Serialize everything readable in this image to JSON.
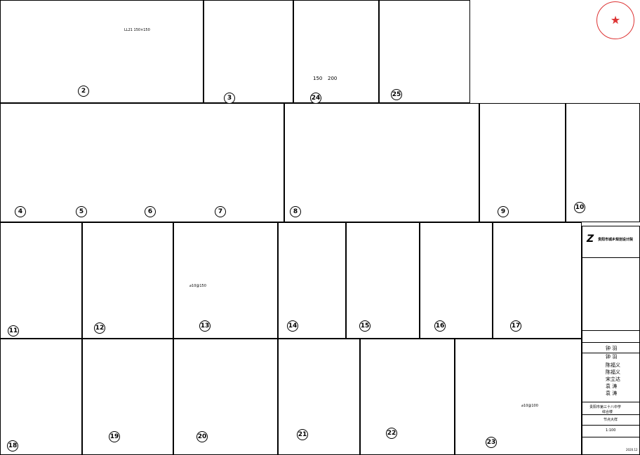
{
  "details": [
    {
      "id": "d2",
      "number": "2"
    },
    {
      "id": "d3",
      "number": "3"
    },
    {
      "id": "d24",
      "number": "24"
    },
    {
      "id": "d25",
      "number": "25"
    },
    {
      "id": "d4",
      "number": "4"
    },
    {
      "id": "d5",
      "number": "5"
    },
    {
      "id": "d6",
      "number": "6"
    },
    {
      "id": "d7",
      "number": "7"
    },
    {
      "id": "d8",
      "number": "8"
    },
    {
      "id": "d9",
      "number": "9"
    },
    {
      "id": "d10",
      "number": "10"
    },
    {
      "id": "d11",
      "number": "11"
    },
    {
      "id": "d12",
      "number": "12"
    },
    {
      "id": "d13",
      "number": "13"
    },
    {
      "id": "d14",
      "number": "14"
    },
    {
      "id": "d15",
      "number": "15"
    },
    {
      "id": "d16",
      "number": "16"
    },
    {
      "id": "d17",
      "number": "17"
    },
    {
      "id": "d18",
      "number": "18"
    },
    {
      "id": "d19",
      "number": "19"
    },
    {
      "id": "d20",
      "number": "20"
    },
    {
      "id": "d21",
      "number": "21"
    },
    {
      "id": "d22",
      "number": "22"
    },
    {
      "id": "d23",
      "number": "23"
    }
  ],
  "dimensions": {
    "dim_150": "150",
    "dim_200": "200",
    "dim_d8150": "⌀10@150",
    "dim_d8100": "⌀10@100",
    "beam_label": "LL21 150×150"
  },
  "title_block": {
    "company": "贵阳市城乡规划设计院",
    "project": "贵阳市第三十八中学",
    "subproject": "综合楼",
    "drawing_no": "节点大样",
    "scale": "1:100",
    "date": "2020.12",
    "people": [
      "钟 羽",
      "钟 羽",
      "陈福义",
      "陈福义",
      "宋立达",
      "袁 涛",
      "袁 涛"
    ]
  },
  "stamp": {
    "mark": "★"
  }
}
